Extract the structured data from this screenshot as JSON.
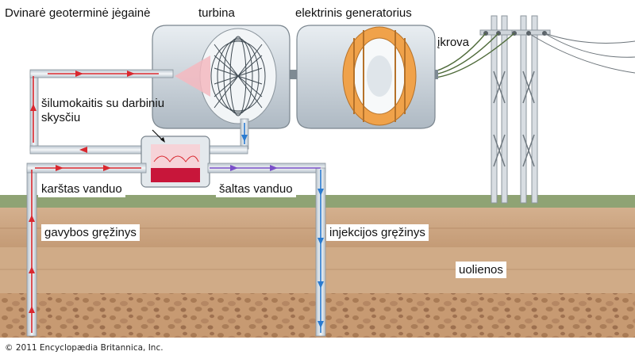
{
  "title": "Dvinarė geoterminė jėgainė",
  "labels": {
    "turbine": "turbina",
    "generator": "elektrinis generatorius",
    "charge": "įkrova",
    "heat_exchanger": "šilumokaitis su darbiniu skysčiu",
    "hot_water": "karštas vanduo",
    "cold_water": "šaltas vanduo",
    "production_well": "gavybos gręžinys",
    "injection_well": "injekcijos gręžinys",
    "rocks": "uolienos"
  },
  "copyright": "© 2011 Encyclopædia Britannica, Inc.",
  "colors": {
    "hot": "#d9282f",
    "cold": "#2a7bd0",
    "working_fluid": "#7a4fc8",
    "grass": "#8fa374",
    "soil": "#c9a27e",
    "pipe": "#dfe5ea",
    "generator_coil": "#e89a3c"
  }
}
